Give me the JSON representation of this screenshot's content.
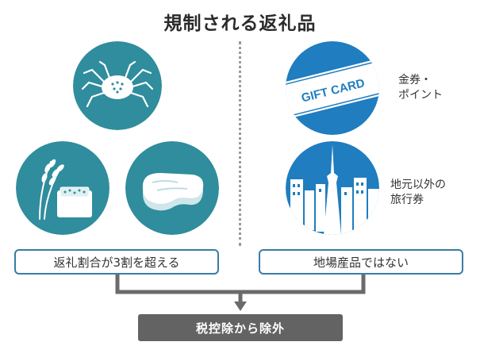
{
  "title": "規制される返礼品",
  "left": {
    "items": [
      "crab",
      "rice",
      "beef"
    ],
    "condition": "返礼割合が3割を超える"
  },
  "right": {
    "items": [
      {
        "icon": "gift-card",
        "label_lines": [
          "金券・",
          "ポイント"
        ],
        "card_text": "GIFT CARD"
      },
      {
        "icon": "city",
        "label_lines": [
          "地元以外の",
          "旅行券"
        ]
      }
    ],
    "condition": "地場産品ではない"
  },
  "result": "税控除から除外",
  "colors": {
    "teal": "#2f8d9d",
    "blue": "#1f7dc0",
    "box_border": "#3a7ca5",
    "connector": "#6b6b6b",
    "result_bg": "#636363"
  }
}
